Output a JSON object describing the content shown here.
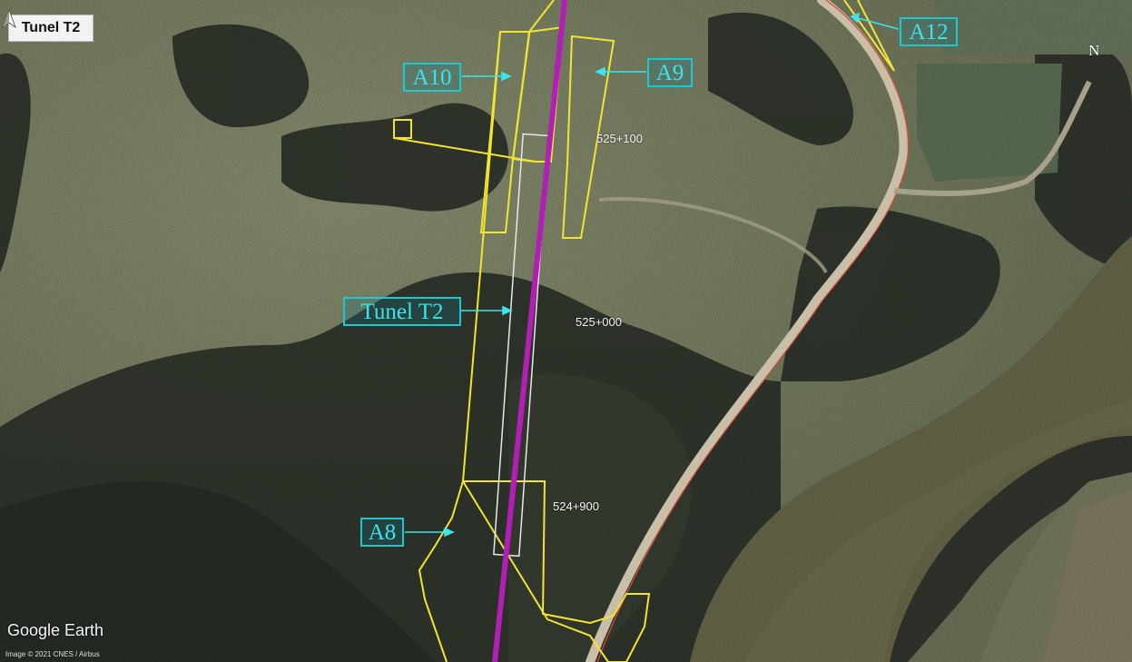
{
  "title": "Tunel T2",
  "labels": {
    "a10": "A10",
    "a9": "A9",
    "a12": "A12",
    "tunel": "Tunel T2",
    "a8": "A8"
  },
  "chainage": {
    "km_525_100": "525+100",
    "km_525_000": "525+000",
    "km_524_900": "524+900"
  },
  "north_label": "N",
  "brand": "Google Earth",
  "credit": "Image © 2021 CNES / Airbus",
  "colors": {
    "alignment": "#b21fb5",
    "parcel_outline": "#f2e531",
    "tunnel_outline": "#e8e8e8",
    "callout_border": "#1ec8cf",
    "callout_text": "#3ae6ec",
    "river": "#6b6a4b",
    "road_edge": "#d84a3a"
  }
}
